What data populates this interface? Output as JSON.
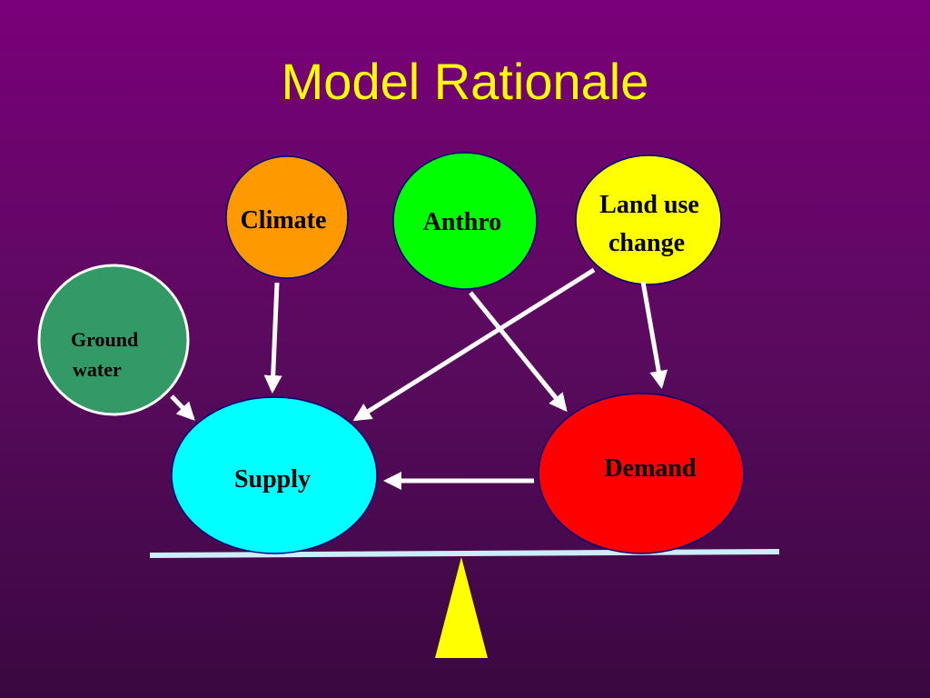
{
  "title": "Model Rationale",
  "nodes": {
    "climate": {
      "label": "Climate",
      "color": "#ff9900"
    },
    "anthro": {
      "label": "Anthro",
      "color": "#00ff00"
    },
    "landuse": {
      "line1": "Land use",
      "line2": "change",
      "color": "#ffff00"
    },
    "groundwater": {
      "line1": "Ground",
      "line2": "water",
      "color": "#339966"
    },
    "supply": {
      "label": "Supply",
      "color": "#00ffff"
    },
    "demand": {
      "label": "Demand",
      "color": "#ff0000"
    }
  },
  "colors": {
    "background_top": "#7a007a",
    "background_bottom": "#3a0840",
    "title": "#ffff00",
    "arrow": "#ffffff",
    "beam": "#ccecff",
    "fulcrum": "#ffff00"
  }
}
